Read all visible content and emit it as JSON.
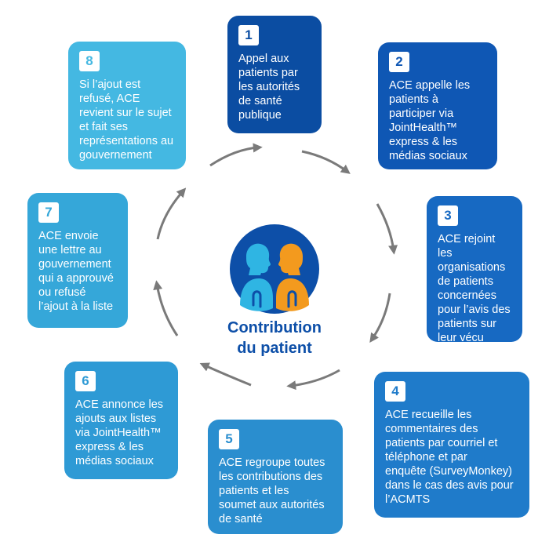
{
  "center": {
    "title": "Contribution\ndu patient"
  },
  "steps": [
    {
      "number": "1",
      "text": "Appel aux\npatients par\nles autorités\nde santé\npublique"
    },
    {
      "number": "2",
      "text": "ACE appelle les\npatients à\nparticiper via\nJointHealth™\nexpress & les\nmédias sociaux"
    },
    {
      "number": "3",
      "text": "ACE rejoint les\norganisations\nde patients\nconcernées\npour l’avis des\npatients sur\nleur vécu"
    },
    {
      "number": "4",
      "text": "ACE recueille les\ncommentaires des\npatients par courriel et\ntéléphone et par\nenquête (SurveyMonkey)\ndans le cas des avis pour\nl’ACMTS"
    },
    {
      "number": "5",
      "text": "ACE regroupe toutes\nles contributions des\npatients et les\nsoumet aux autorités\nde santé"
    },
    {
      "number": "6",
      "text": "ACE annonce les\najouts aux listes\nvia JointHealth™\nexpress & les\nmédias sociaux"
    },
    {
      "number": "7",
      "text": "ACE envoie\nune lettre au\ngouvernement\nqui a approuvé\nou refusé\nl’ajout à la liste"
    },
    {
      "number": "8",
      "text": "Si l’ajout est\nrefusé, ACE\nrevient sur le sujet\net fait ses\nreprésentations au\ngouvernement"
    }
  ],
  "colors": {
    "step1": "#0b4da2",
    "step2": "#0f57b4",
    "step3": "#1769c2",
    "step4": "#1f7bca",
    "step5": "#2a8ecf",
    "step6": "#2e9ad5",
    "step7": "#35a7d9",
    "step8": "#44b8e2",
    "center_circle": "#0d4fa8",
    "person_left": "#2fb5e3",
    "person_right": "#f39a1e",
    "arrows": "#7a7a7a"
  },
  "icons": {
    "center": "two-people-conversation-icon",
    "arrows": "cycle-arrow-icon"
  }
}
